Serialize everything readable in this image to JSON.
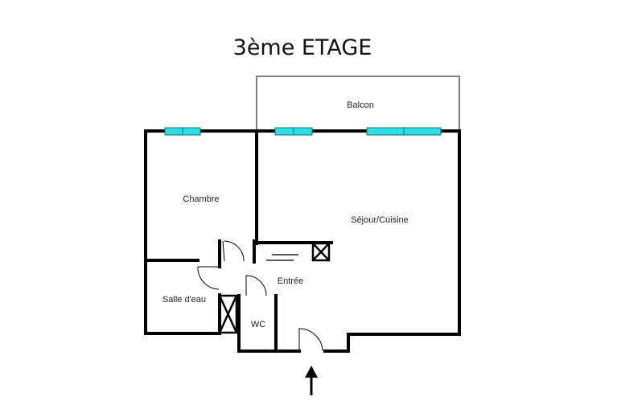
{
  "title": "3ème ETAGE",
  "rooms": {
    "balcon": "Balcon",
    "chambre": "Chambre",
    "sejour": "Séjour/Cuisine",
    "entree": "Entrée",
    "salle_eau": "Salle d'eau",
    "wc": "WC"
  },
  "colors": {
    "window": "#2ee0e6",
    "wall": "#000000"
  },
  "icons": {
    "entry": "entry-arrow-icon",
    "cupboard": "cupboard-cross-icon"
  }
}
